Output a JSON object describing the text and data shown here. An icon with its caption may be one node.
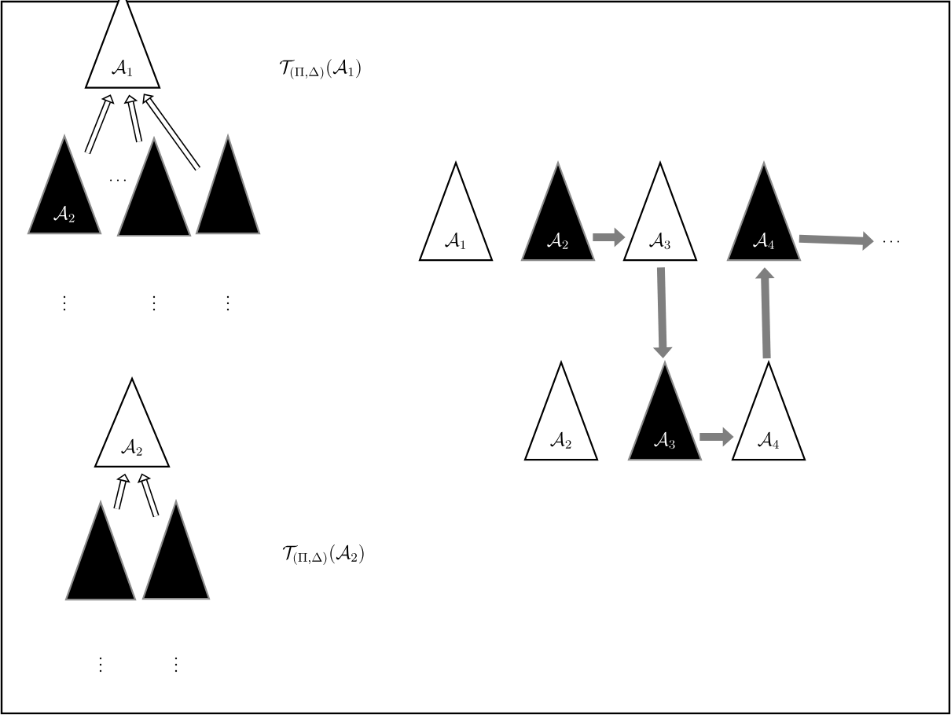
{
  "diagram": {
    "nodes": [
      {
        "text": [
          "\\mathcal{A}_1"
        ]
      },
      {
        "text": [
          "\\mathcal{A}_2"
        ]
      },
      {
        "text": [],
        "shape": "triangle"
      },
      {
        "text": [],
        "shape": "triangle"
      },
      {
        "text": [
          "\\mathcal{A}_2"
        ]
      },
      {
        "text": [],
        "shape": "triangle"
      },
      {
        "text": [],
        "shape": "triangle"
      },
      {
        "text": [
          "\\mathcal{A}_1"
        ]
      },
      {
        "text": [
          "\\mathcal{A}_2"
        ]
      },
      {
        "text": [
          "\\mathcal{A}_3"
        ]
      },
      {
        "text": [
          "\\mathcal{A}_4"
        ]
      },
      {
        "text": [
          "\\cdots"
        ]
      },
      {
        "text": [
          "\\mathcal{A}_2"
        ]
      },
      {
        "text": [
          "\\mathcal{A}_3"
        ]
      },
      {
        "text": [
          "\\mathcal{A}_4"
        ]
      }
    ],
    "edges": [
      {
        "from": 1,
        "to": 0,
        "arrow": "to"
      },
      {
        "from": 2,
        "to": 0,
        "arrow": "to"
      },
      {
        "from": 3,
        "to": 0,
        "arrow": "to"
      },
      {
        "from": 5,
        "to": 4,
        "arrow": "to"
      },
      {
        "from": 6,
        "to": 4,
        "arrow": "to"
      },
      {
        "from": 8,
        "to": 9,
        "arrow": "to",
        "color": "#7f7f7f"
      },
      {
        "from": 10,
        "to": 11,
        "arrow": "to",
        "color": "#7f7f7f"
      },
      {
        "from": 9,
        "to": 13,
        "arrow": "to",
        "color": "#7f7f7f"
      },
      {
        "from": 13,
        "to": 14,
        "arrow": "to",
        "color": "#7f7f7f"
      },
      {
        "from": 14,
        "to": 10,
        "arrow": "to",
        "color": "#7f7f7f"
      }
    ],
    "labels": [
      "\\mathcal{T}_{(\\Pi,\\Delta)}(\\mathcal{A}_1)",
      "\\cdots",
      "\\vdots",
      "\\vdots",
      "\\vdots",
      "\\mathcal{T}_{(\\Pi,\\Delta)}(\\mathcal{A}_2)",
      "\\vdots",
      "\\vdots"
    ]
  }
}
